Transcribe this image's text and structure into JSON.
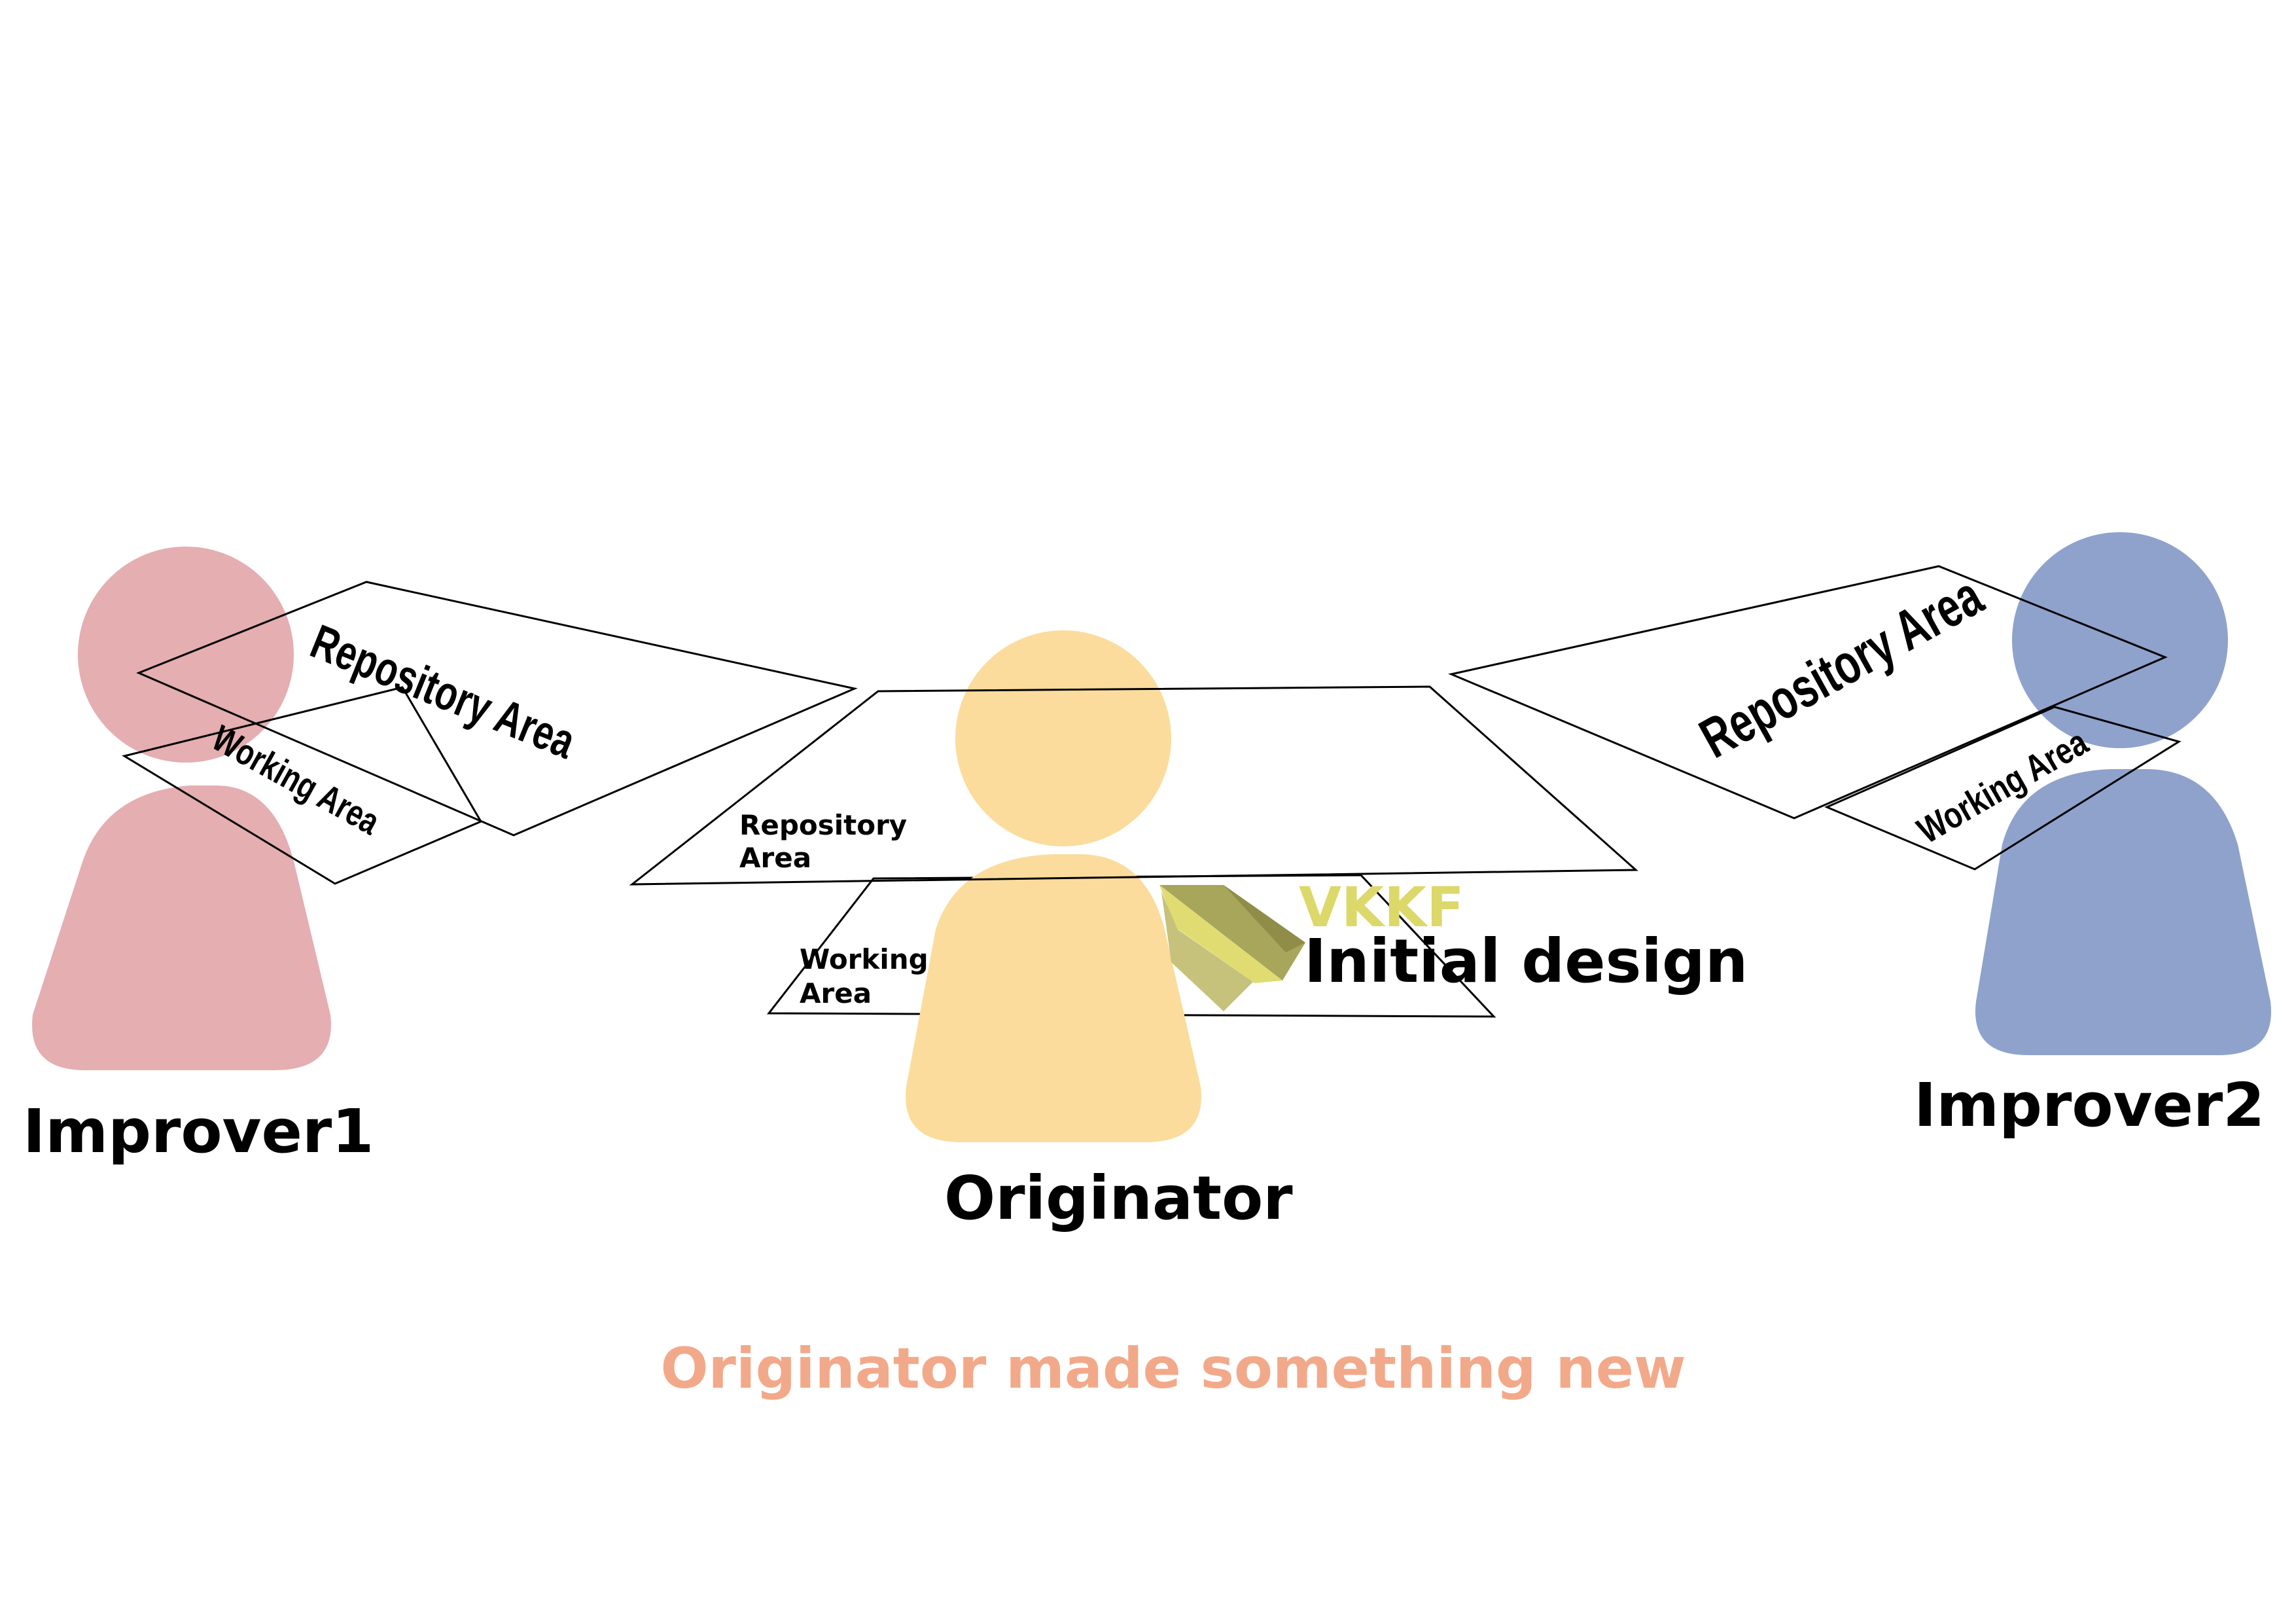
{
  "people": {
    "improver1": {
      "name": "Improver1",
      "color": "#e5aeb1"
    },
    "originator": {
      "name": "Originator",
      "color": "#fbdc9c"
    },
    "improver2": {
      "name": "Improver2",
      "color": "#8ea2cc"
    }
  },
  "areas": {
    "improver1_repository": "Repository Area",
    "improver1_working": "Working Area",
    "originator_repository_line1": "Repository",
    "originator_repository_line2": "Area",
    "originator_working_line1": "Working",
    "originator_working_line2": "Area",
    "improver2_repository": "Repository Area",
    "improver2_working": "Working Area"
  },
  "artifact": {
    "logo_text": "VKKF",
    "logo_color": "#dcd86a",
    "label": "Initial design"
  },
  "caption": {
    "text": "Originator made something new",
    "color": "#f2a98a"
  }
}
